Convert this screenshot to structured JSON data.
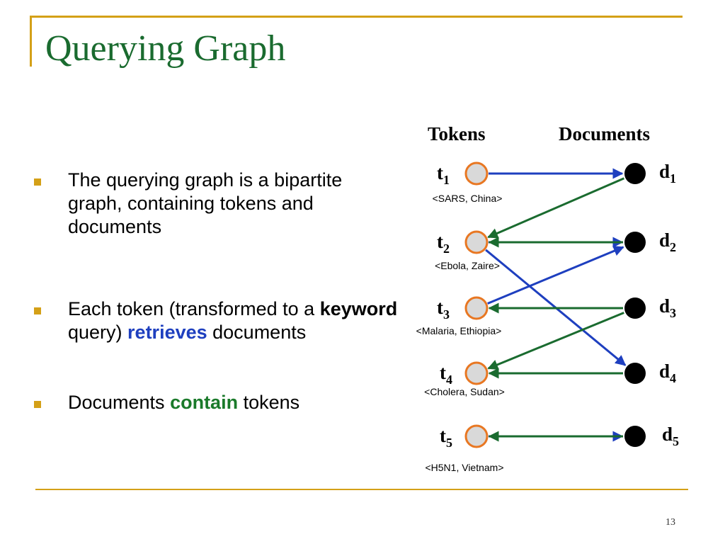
{
  "slide": {
    "title": "Querying Graph",
    "page_number": "13"
  },
  "bullets": [
    {
      "parts": [
        {
          "text": "The querying graph is a bipartite graph, containing tokens and documents",
          "style": "plain"
        }
      ]
    },
    {
      "parts": [
        {
          "text": "Each token (transformed to a ",
          "style": "plain"
        },
        {
          "text": "keyword",
          "style": "bold"
        },
        {
          "text": " query) ",
          "style": "plain"
        },
        {
          "text": "retrieves",
          "style": "blue"
        },
        {
          "text": " documents",
          "style": "plain"
        }
      ]
    },
    {
      "parts": [
        {
          "text": "Documents ",
          "style": "plain"
        },
        {
          "text": "contain",
          "style": "green"
        },
        {
          "text": " tokens",
          "style": "plain"
        }
      ]
    }
  ],
  "diagram": {
    "tokens_header": "Tokens",
    "documents_header": "Documents",
    "tokens": [
      {
        "letter": "t",
        "index": "1",
        "tuple": "<SARS, China>"
      },
      {
        "letter": "t",
        "index": "2",
        "tuple": "<Ebola, Zaire>"
      },
      {
        "letter": "t",
        "index": "3",
        "tuple": "<Malaria, Ethiopia>"
      },
      {
        "letter": "t",
        "index": "4",
        "tuple": "<Cholera, Sudan>"
      },
      {
        "letter": "t",
        "index": "5",
        "tuple": "<H5N1, Vietnam>"
      }
    ],
    "documents": [
      {
        "letter": "d",
        "index": "1"
      },
      {
        "letter": "d",
        "index": "2"
      },
      {
        "letter": "d",
        "index": "3"
      },
      {
        "letter": "d",
        "index": "4"
      },
      {
        "letter": "d",
        "index": "5"
      }
    ],
    "retrieves_edges": [
      {
        "from": "t1",
        "to": "d1"
      },
      {
        "from": "t2",
        "to": "d2"
      },
      {
        "from": "t2",
        "to": "d4"
      },
      {
        "from": "t3",
        "to": "d2"
      },
      {
        "from": "t5",
        "to": "d5"
      }
    ],
    "contains_edges": [
      {
        "from": "d1",
        "to": "t2"
      },
      {
        "from": "d2",
        "to": "t2"
      },
      {
        "from": "d3",
        "to": "t3"
      },
      {
        "from": "d3",
        "to": "t4"
      },
      {
        "from": "d4",
        "to": "t4"
      },
      {
        "from": "d5",
        "to": "t5"
      }
    ],
    "colors": {
      "retrieves": "#1e3fbf",
      "contains": "#1a6b2f",
      "token_fill": "#d9d9d9",
      "token_stroke": "#e87722",
      "document_fill": "#000000",
      "accent": "#d4a017"
    }
  }
}
